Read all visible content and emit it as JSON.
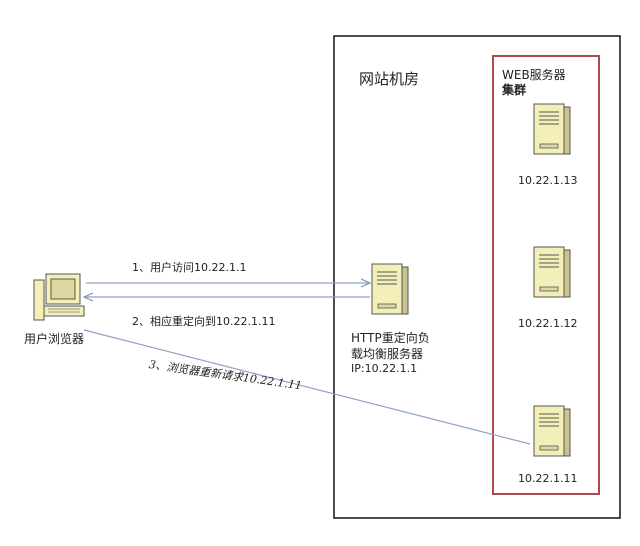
{
  "room": {
    "title": "网站机房"
  },
  "cluster": {
    "title_line1": "WEB服务器",
    "title_line2": "集群"
  },
  "servers": [
    {
      "ip": "10.22.1.13"
    },
    {
      "ip": "10.22.1.12"
    },
    {
      "ip": "10.22.1.11"
    }
  ],
  "load_balancer": {
    "line1": "HTTP重定向负",
    "line2": "载均衡服务器",
    "line3": "IP:10.22.1.1"
  },
  "client": {
    "label": "用户浏览器"
  },
  "steps": [
    {
      "label": "1、用户访问10.22.1.1"
    },
    {
      "label": "2、相应重定向到10.22.1.11"
    },
    {
      "label": "3、浏览器重新请求10.22.1.11"
    }
  ],
  "colors": {
    "cluster_border": "#b04a4a",
    "arrow": "#8ea3c8",
    "server_body": "#f3efb9",
    "server_side": "#c9c48f"
  }
}
